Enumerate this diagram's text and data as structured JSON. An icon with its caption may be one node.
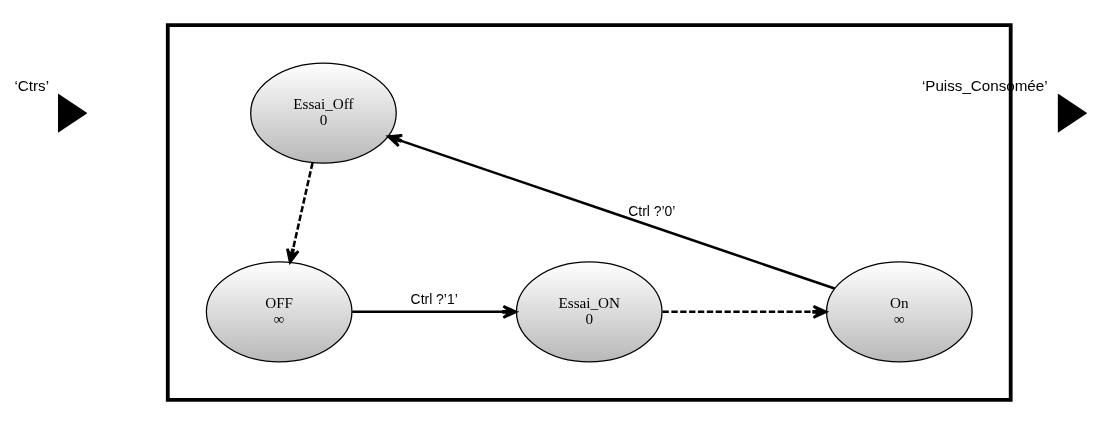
{
  "diagram": {
    "nodes": [
      {
        "text": [],
        "shape": "box"
      },
      {
        "text": [],
        "shape": "triangle",
        "beside": [
          "‘Ctrs’"
        ]
      },
      {
        "text": [
          "Essai_Off",
          "0"
        ],
        "in": 0
      },
      {
        "text": [],
        "shape": "triangle",
        "beside": [
          "‘Puiss_Consomée’"
        ]
      },
      {
        "text": [
          "OFF",
          "∞"
        ],
        "in": 0
      },
      {
        "text": [
          "Essai_ON",
          "0"
        ],
        "in": 0
      },
      {
        "text": [
          "On",
          "∞"
        ],
        "in": 0
      }
    ],
    "edges": [
      {
        "from": 2,
        "to": 4,
        "arrow": "to",
        "style": "dashed"
      },
      {
        "from": 4,
        "to": 5,
        "label": "Ctrl ?’1’",
        "arrow": "to"
      },
      {
        "from": 5,
        "to": 6,
        "arrow": "to",
        "style": "dashed"
      },
      {
        "from": 6,
        "to": 2,
        "label": "Ctrl ?’0’",
        "arrow": "to"
      }
    ]
  }
}
